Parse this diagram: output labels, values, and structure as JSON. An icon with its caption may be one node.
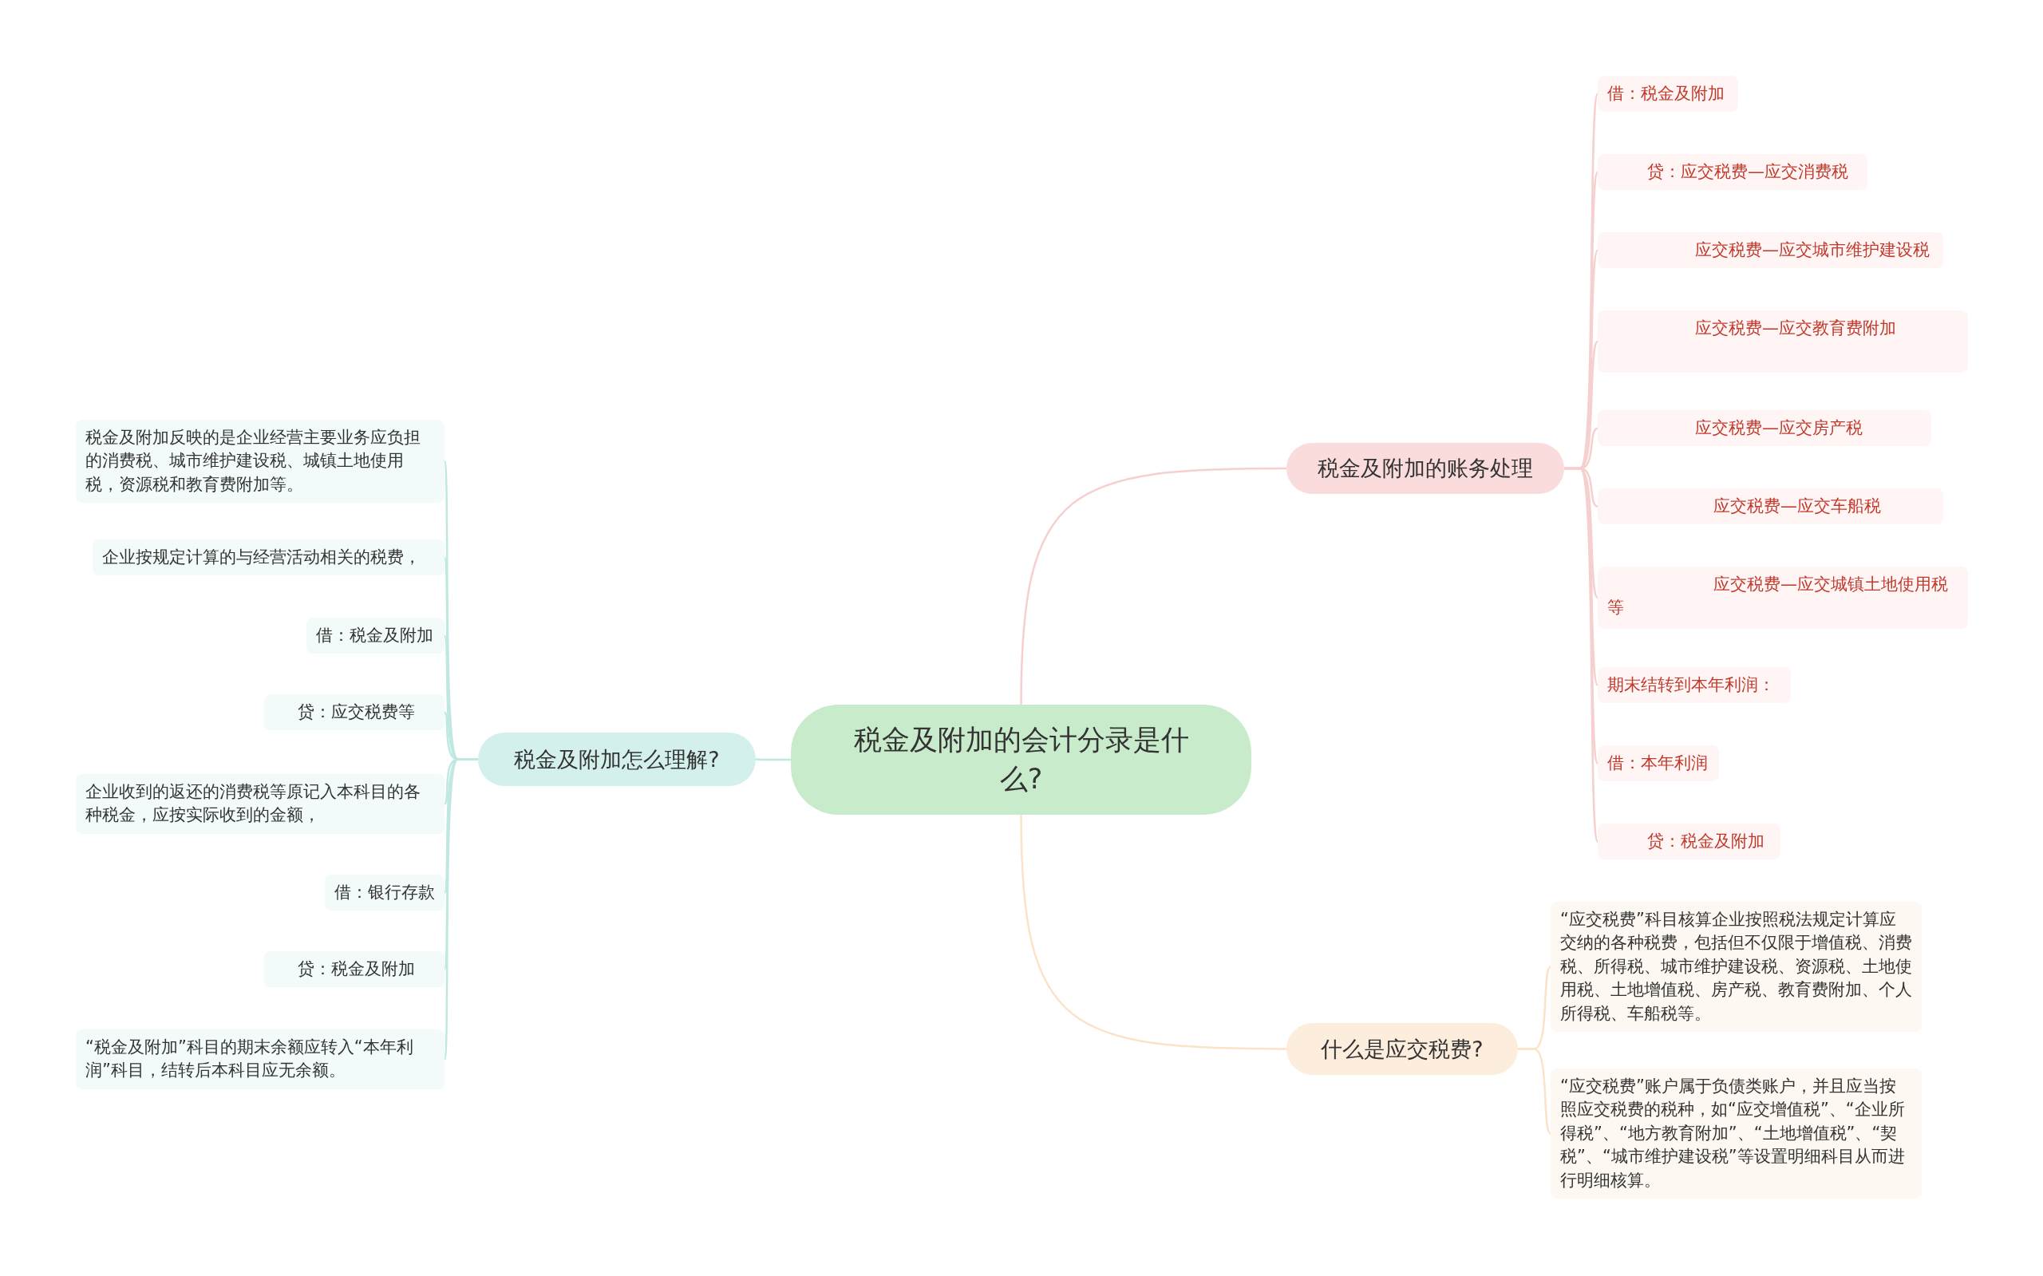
{
  "diagram": {
    "nodes": [
      {
        "text": [
          "税金及附加的会计分录是什么?"
        ]
      },
      {
        "text": [
          "税金及附加怎么理解?"
        ]
      },
      {
        "text": [
          "税金及附加反映的是企业经营主要业务应负担的消费税、城市维护建设税、城镇土地使用税，资源税和教育费附加等。"
        ]
      },
      {
        "text": [
          "企业按规定计算的与经营活动相关的税费，"
        ]
      },
      {
        "text": [
          "借：税金及附加"
        ]
      },
      {
        "text": [
          "贷：应交税费等"
        ]
      },
      {
        "text": [
          "企业收到的返还的消费税等原记入本科目的各种税金，应按实际收到的金额，"
        ]
      },
      {
        "text": [
          "借：银行存款"
        ]
      },
      {
        "text": [
          "贷：税金及附加"
        ]
      },
      {
        "text": [
          "“税金及附加”科目的期末余额应转入“本年利润”科目，结转后本科目应无余额。"
        ]
      },
      {
        "text": [
          "税金及附加的账务处理"
        ]
      },
      {
        "text": [
          "借：税金及附加"
        ]
      },
      {
        "text": [
          "贷：应交税费—应交消费税"
        ]
      },
      {
        "text": [
          "应交税费—应交城市维护建设税"
        ]
      },
      {
        "text": [
          "应交税费—应交教育费附加"
        ]
      },
      {
        "text": [
          "应交税费—应交房产税"
        ]
      },
      {
        "text": [
          "应交税费—应交车船税"
        ]
      },
      {
        "text": [
          "应交税费—应交城镇土地使用税等"
        ]
      },
      {
        "text": [
          "期末结转到本年利润："
        ]
      },
      {
        "text": [
          "借：本年利润"
        ]
      },
      {
        "text": [
          "贷：税金及附加"
        ]
      },
      {
        "text": [
          "什么是应交税费?"
        ]
      },
      {
        "text": [
          "“应交税费”科目核算企业按照税法规定计算应交纳的各种税费，包括但不仅限于增值税、消费税、所得税、城市维护建设税、资源税、土地使用税、土地增值税、房产税、教育费附加、个人所得税、车船税等。"
        ]
      },
      {
        "text": [
          "“应交税费”账户属于负债类账户，并且应当按照应交税费的税种，如“应交增值税”、“企业所得税”、“地方教育附加”、“土地增值税”、“契税”、“城市维护建设税”等设置明细科目从而进行明细核算。"
        ]
      }
    ],
    "edges": [
      {
        "from": 0,
        "to": 1,
        "arrow": "none"
      },
      {
        "from": 1,
        "to": 2,
        "arrow": "none"
      },
      {
        "from": 1,
        "to": 3,
        "arrow": "none"
      },
      {
        "from": 1,
        "to": 4,
        "arrow": "none"
      },
      {
        "from": 1,
        "to": 5,
        "arrow": "none"
      },
      {
        "from": 1,
        "to": 6,
        "arrow": "none"
      },
      {
        "from": 1,
        "to": 7,
        "arrow": "none"
      },
      {
        "from": 1,
        "to": 8,
        "arrow": "none"
      },
      {
        "from": 1,
        "to": 9,
        "arrow": "none"
      },
      {
        "from": 0,
        "to": 10,
        "arrow": "none"
      },
      {
        "from": 10,
        "to": 11,
        "arrow": "none"
      },
      {
        "from": 10,
        "to": 12,
        "arrow": "none"
      },
      {
        "from": 10,
        "to": 13,
        "arrow": "none"
      },
      {
        "from": 10,
        "to": 14,
        "arrow": "none"
      },
      {
        "from": 10,
        "to": 15,
        "arrow": "none"
      },
      {
        "from": 10,
        "to": 16,
        "arrow": "none"
      },
      {
        "from": 10,
        "to": 17,
        "arrow": "none"
      },
      {
        "from": 10,
        "to": 18,
        "arrow": "none"
      },
      {
        "from": 10,
        "to": 19,
        "arrow": "none"
      },
      {
        "from": 10,
        "to": 20,
        "arrow": "none"
      },
      {
        "from": 0,
        "to": 21,
        "arrow": "none"
      },
      {
        "from": 21,
        "to": 22,
        "arrow": "none"
      },
      {
        "from": 21,
        "to": 23,
        "arrow": "none"
      }
    ]
  }
}
